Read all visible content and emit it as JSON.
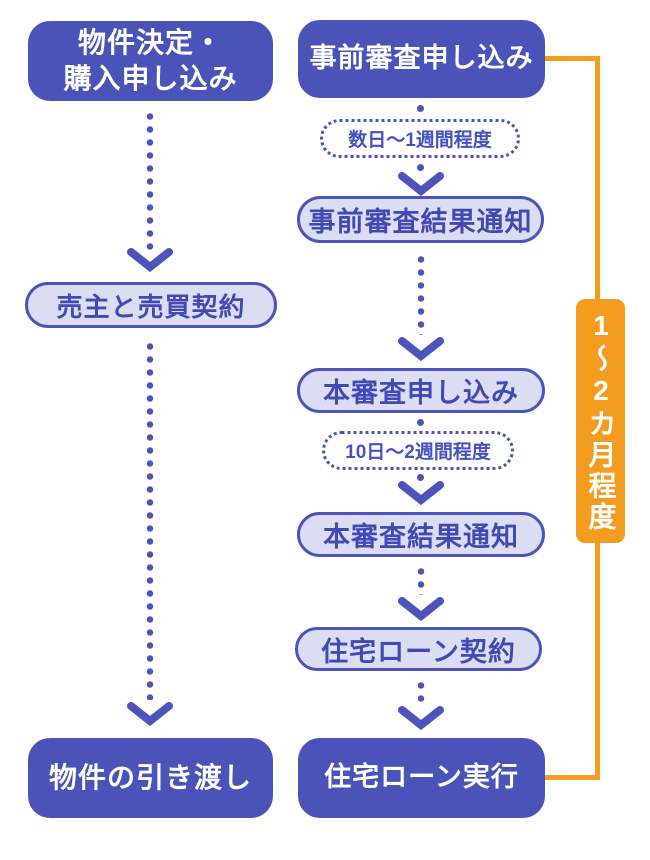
{
  "colors": {
    "box_blue": "#4a54b8",
    "stroke_blue": "#4a54bb",
    "pill_fill": "#dbdef2",
    "orange": "#f39c1f",
    "white": "#ffffff"
  },
  "left_column": {
    "top_box": {
      "lines": [
        "物件決定・",
        "購入申し込み"
      ]
    },
    "middle_pill": {
      "label": "売主と売買契約"
    },
    "bottom_box": {
      "label": "物件の引き渡し"
    }
  },
  "right_column": {
    "top_box": {
      "label": "事前審査申し込み"
    },
    "duration_1": {
      "label": "数日〜1週間程度"
    },
    "pill_preliminary_result": {
      "label": "事前審査結果通知"
    },
    "pill_main_application": {
      "label": "本審査申し込み"
    },
    "duration_2": {
      "label": "10日〜2週間程度"
    },
    "pill_main_result": {
      "label": "本審査結果通知"
    },
    "pill_loan_contract": {
      "label": "住宅ローン契約"
    },
    "bottom_box": {
      "label": "住宅ローン実行"
    }
  },
  "bracket": {
    "label": "1〜2カ月程度"
  }
}
